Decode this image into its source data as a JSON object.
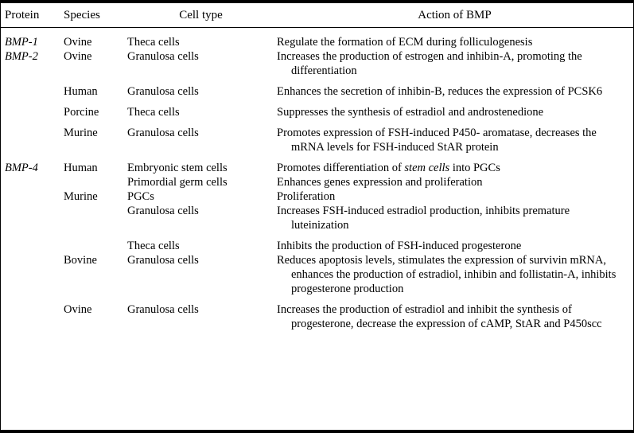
{
  "table": {
    "headers": {
      "protein": "Protein",
      "species": "Species",
      "cell_type": "Cell type",
      "action": "Action of BMP"
    },
    "rows": [
      {
        "protein": "BMP-1",
        "species": "Ovine",
        "cell_type": "Theca cells",
        "action": "Regulate the formation of ECM during folliculogenesis",
        "gap_after": false
      },
      {
        "protein": "BMP-2",
        "species": "Ovine",
        "cell_type": "Granulosa cells",
        "action": "Increases the production of estrogen and inhibin-A, promoting the differentiation",
        "gap_after": true
      },
      {
        "protein": "",
        "species": "Human",
        "cell_type": "Granulosa cells",
        "action": "Enhances the secretion of inhibin-B, reduces the expression of PCSK6",
        "gap_after": true
      },
      {
        "protein": "",
        "species": "Porcine",
        "cell_type": "Theca cells",
        "action": "Suppresses the synthesis of estradiol and androstenedione",
        "gap_after": true
      },
      {
        "protein": "",
        "species": "Murine",
        "cell_type": "Granulosa cells",
        "action": "Promotes expression of FSH-induced P450- aromatase, decreases the mRNA levels for FSH-induced StAR protein",
        "gap_after": true
      },
      {
        "protein": "BMP-4",
        "species": "Human",
        "cell_type": "Embryonic stem cells",
        "action_html": "Promotes differentiation of <em>stem cells</em> into PGCs",
        "action": "Promotes differentiation of stem cells into PGCs",
        "gap_after": false
      },
      {
        "protein": "",
        "species": "",
        "cell_type": "Primordial germ cells",
        "action": "Enhances genes expression and proliferation",
        "gap_after": false
      },
      {
        "protein": "",
        "species": "Murine",
        "cell_type": "PGCs",
        "action": "Proliferation",
        "gap_after": false
      },
      {
        "protein": "",
        "species": "",
        "cell_type": "Granulosa cells",
        "action": "Increases FSH-induced estradiol production, inhibits premature luteinization",
        "gap_after": true
      },
      {
        "protein": "",
        "species": "",
        "cell_type": "Theca cells",
        "action": "Inhibits the production of FSH-induced progesterone",
        "gap_after": false
      },
      {
        "protein": "",
        "species": "Bovine",
        "cell_type": "Granulosa cells",
        "action": "Reduces apoptosis levels, stimulates the expression of survivin mRNA, enhances the production of estradiol, inhibin and follistatin-A, inhibits progesterone production",
        "gap_after": true
      },
      {
        "protein": "",
        "species": "Ovine",
        "cell_type": "Granulosa cells",
        "action": "Increases the production of estradiol and inhibit the synthesis of progesterone, decrease the expression of cAMP, StAR and P450scc",
        "gap_after": false
      }
    ]
  }
}
